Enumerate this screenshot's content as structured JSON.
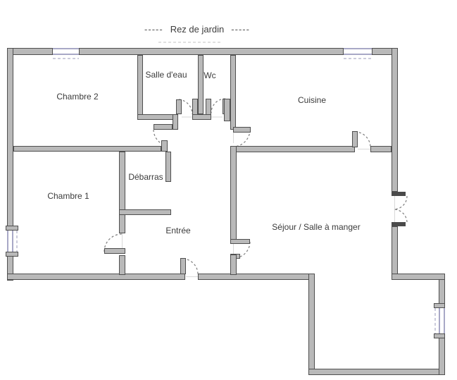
{
  "title": {
    "dash_left": "-----",
    "label": "Rez de jardin",
    "dash_right": "-----"
  },
  "rooms": [
    {
      "id": "chambre-2",
      "label": "Chambre 2"
    },
    {
      "id": "salle-deau",
      "label": "Salle d'eau"
    },
    {
      "id": "wc",
      "label": "Wc"
    },
    {
      "id": "cuisine",
      "label": "Cuisine"
    },
    {
      "id": "chambre-1",
      "label": "Chambre 1"
    },
    {
      "id": "debarras",
      "label": "Débarras"
    },
    {
      "id": "entree",
      "label": "Entrée"
    },
    {
      "id": "sejour",
      "label": "Séjour / Salle à manger"
    }
  ],
  "colors": {
    "background": "#ffffff",
    "wall_fill": "#b9b9b9",
    "wall_edge": "#4f4f4f",
    "window_line": "#a8a8c6",
    "door_arc": "#7d7d7d",
    "text": "#3b3b3b"
  }
}
